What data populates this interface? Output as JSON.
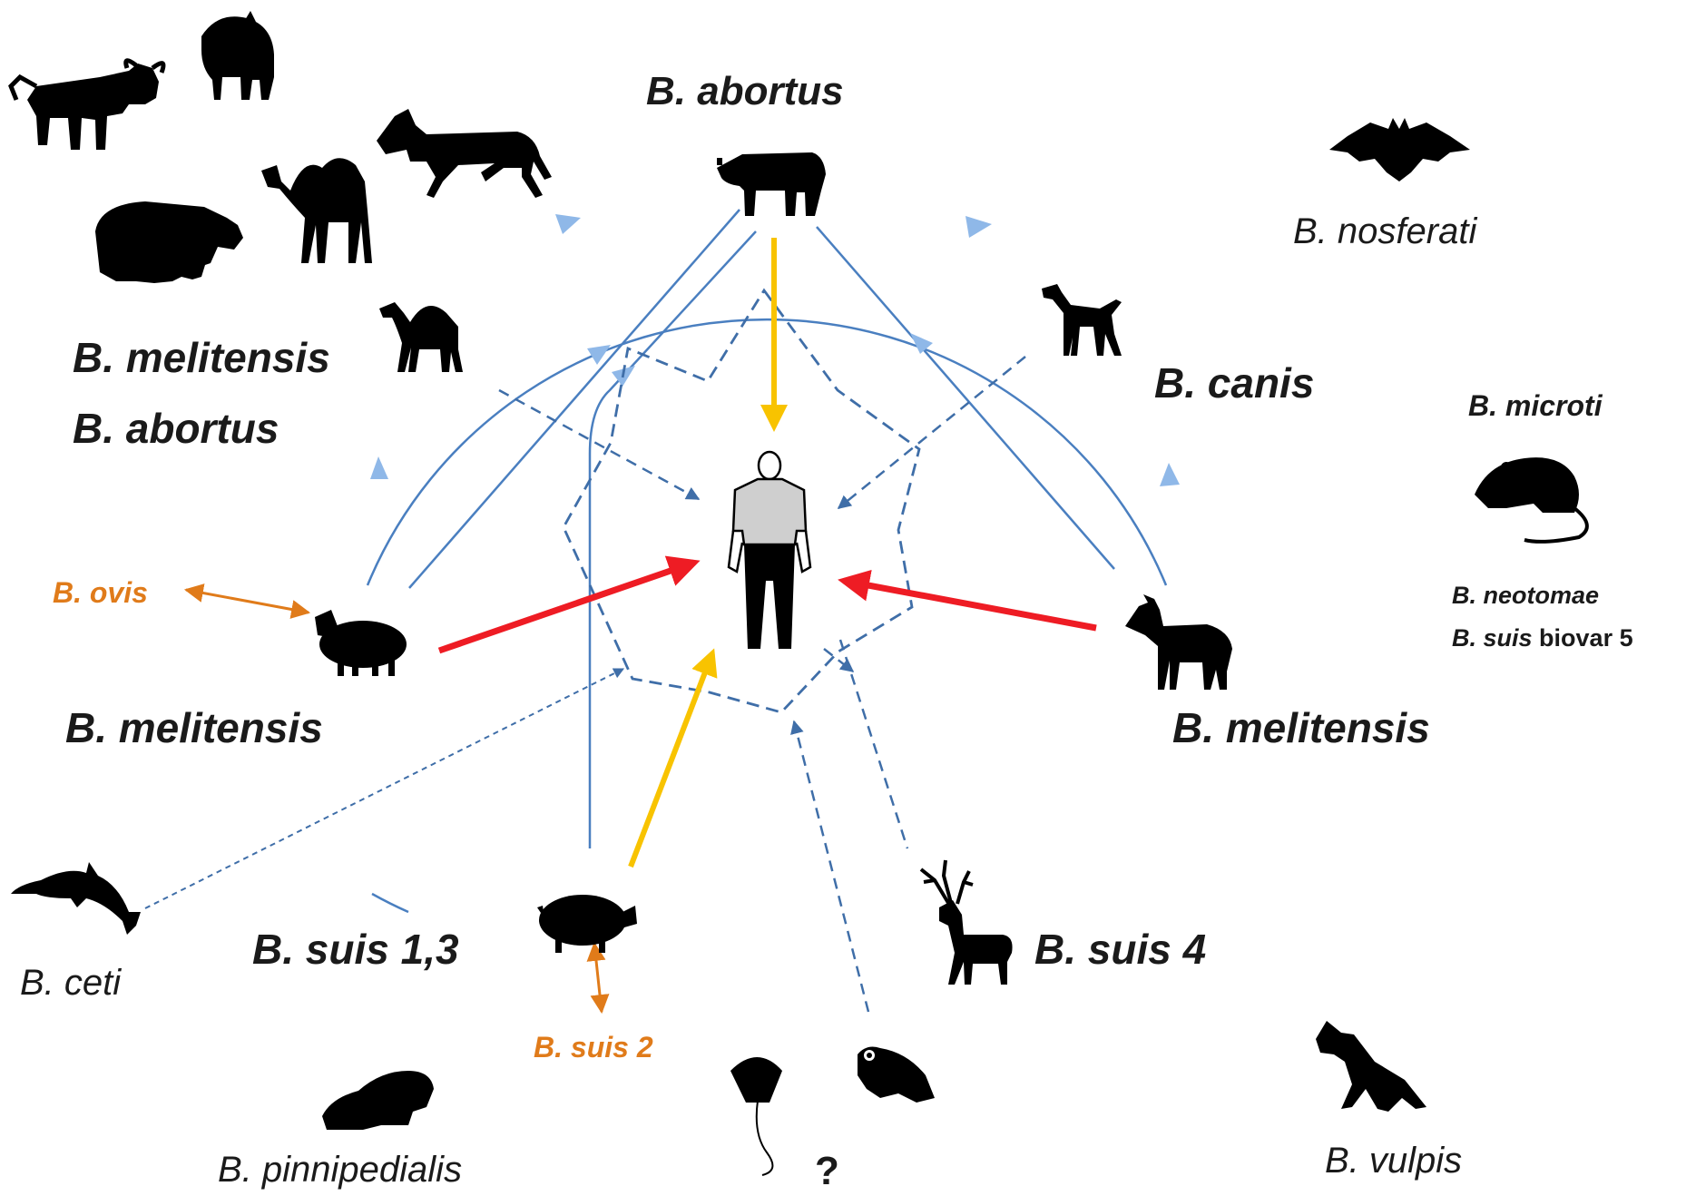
{
  "colors": {
    "black_label": "#1a1a1a",
    "orange_label": "#e07b1a",
    "blue_line": "#4a7fc0",
    "blue_arrow": "#8fb8e8",
    "dashed": "#3f6ea8",
    "red": "#ee1c24",
    "yellow": "#f8c300",
    "orange_arrow": "#e07b1a",
    "silhouette": "#000000",
    "shirt": "#cfcfcf"
  },
  "labels": {
    "abortus_top": "B. abortus",
    "melitensis_camel": "B. melitensis",
    "abortus_camel": "B. abortus",
    "canis": "B. canis",
    "ovis": "B. ovis",
    "melitensis_sheep": "B. melitensis",
    "melitensis_goat": "B. melitensis",
    "suis13": "B. suis 1,3",
    "suis4": "B. suis 4",
    "suis2": "B. suis 2",
    "ceti": "B. ceti",
    "pinnipedialis": "B. pinnipedialis",
    "vulpis": "B. vulpis",
    "nosferati": "B. nosferati",
    "microti": "B. microti",
    "neotomae": "B. neotomae",
    "suis_biovar5_species": "B. suis",
    "suis_biovar5_rest": "biovar 5",
    "question": "?"
  },
  "icons": [
    "buffalo-icon",
    "bison-icon",
    "yak-icon",
    "bactrian-camel-icon",
    "horse-icon",
    "cow-icon",
    "camel-icon",
    "dog-icon",
    "sheep-icon",
    "goat-icon",
    "pig-icon",
    "reindeer-icon",
    "dolphin-icon",
    "walrus-icon",
    "stingray-icon",
    "frog-icon",
    "bat-icon",
    "mouse-icon",
    "fox-icon",
    "human-icon"
  ]
}
